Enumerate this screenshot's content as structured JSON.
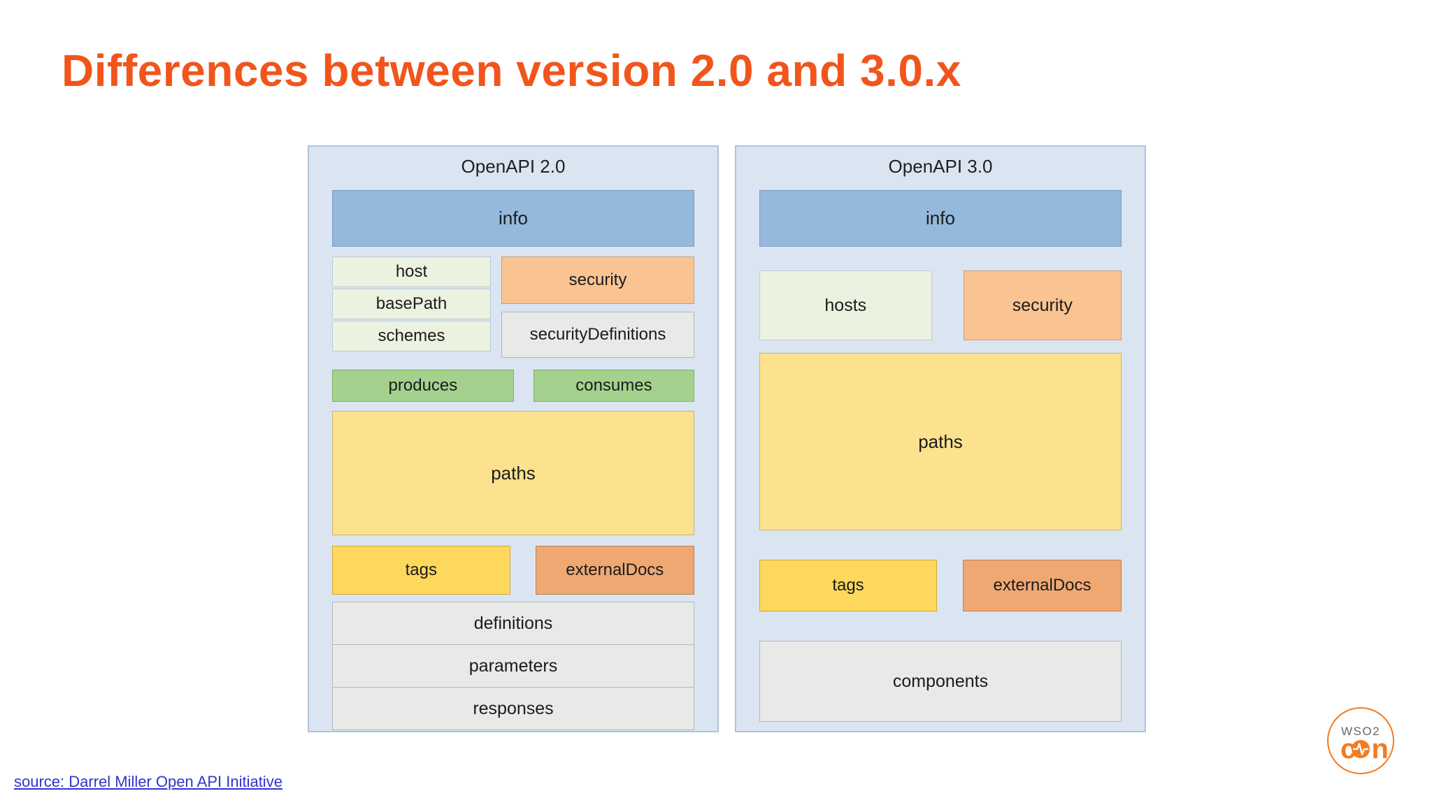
{
  "title": "Differences between version 2.0 and 3.0.x",
  "openapi2": {
    "title": "OpenAPI 2.0",
    "info": "info",
    "host": "host",
    "basePath": "basePath",
    "schemes": "schemes",
    "security": "security",
    "securityDefinitions": "securityDefinitions",
    "produces": "produces",
    "consumes": "consumes",
    "paths": "paths",
    "tags": "tags",
    "externalDocs": "externalDocs",
    "definitions": "definitions",
    "parameters": "parameters",
    "responses": "responses"
  },
  "openapi3": {
    "title": "OpenAPI 3.0",
    "info": "info",
    "hosts": "hosts",
    "security": "security",
    "paths": "paths",
    "tags": "tags",
    "externalDocs": "externalDocs",
    "components": "components"
  },
  "footer": {
    "source_link": "source: Darrel Miller Open API Initiative"
  },
  "logo": {
    "brand": "WSO2",
    "con_c": "c",
    "con_n": "n"
  },
  "colors": {
    "title_orange": "#f1551c",
    "panel_bg": "#dbe5f1",
    "panel_border": "#aec3db",
    "info_blue": "#95b8dd",
    "light_green": "#ebf2df",
    "green": "#a4d18d",
    "salmon": "#f9c392",
    "dark_salmon": "#f0a873",
    "pale_yellow": "#fce28e",
    "gold_yellow": "#fed75d",
    "gray_box": "#e9e9e7",
    "link_blue": "#3333cc",
    "logo_orange": "#f47b20"
  }
}
